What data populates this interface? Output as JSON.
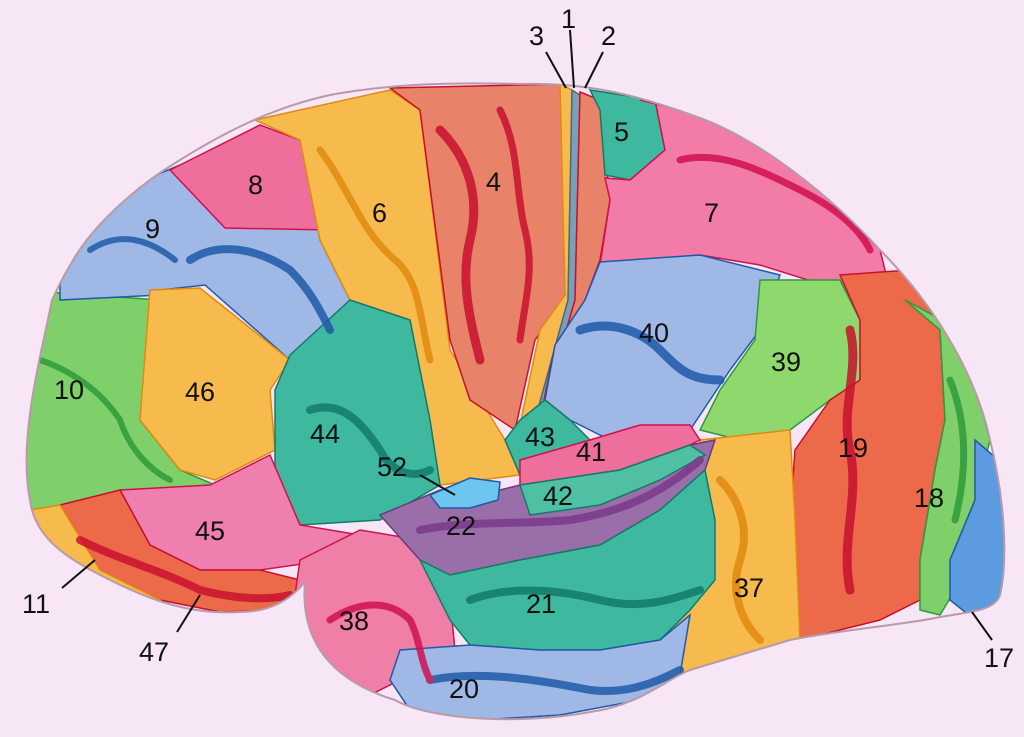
{
  "diagram": {
    "background": "#f6e6f6",
    "regions": [
      {
        "id": "r4",
        "label": "4",
        "color": "#e8836a",
        "dark": "#c8102e"
      },
      {
        "id": "r6",
        "label": "6",
        "color": "#f7bb4d",
        "dark": "#e08a10"
      },
      {
        "id": "r8",
        "label": "8",
        "color": "#ef6f9c",
        "dark": "#d0104e"
      },
      {
        "id": "r9",
        "label": "9",
        "color": "#9fb8e6",
        "dark": "#1f5aa8"
      },
      {
        "id": "r10",
        "label": "10",
        "color": "#7fd06a",
        "dark": "#2f9a3a"
      },
      {
        "id": "r46",
        "label": "46",
        "color": "#f7bb4d",
        "dark": "#e08a10"
      },
      {
        "id": "r44",
        "label": "44",
        "color": "#3fb8a0",
        "dark": "#137a6a"
      },
      {
        "id": "r45",
        "label": "45",
        "color": "#ef7fae",
        "dark": "#d0104e"
      },
      {
        "id": "r47",
        "label": "47",
        "color": "#ec6a4a",
        "dark": "#c8102e"
      },
      {
        "id": "r11",
        "label": "11",
        "color": "#f7bb4d",
        "dark": "#e08a10"
      },
      {
        "id": "r5",
        "label": "5",
        "color": "#3fb8a0",
        "dark": "#137a6a"
      },
      {
        "id": "r7",
        "label": "7",
        "color": "#f27ba8",
        "dark": "#d0104e"
      },
      {
        "id": "r40",
        "label": "40",
        "color": "#9fb8e6",
        "dark": "#1f5aa8"
      },
      {
        "id": "r39",
        "label": "39",
        "color": "#8ed86e",
        "dark": "#2f9a3a"
      },
      {
        "id": "r19",
        "label": "19",
        "color": "#ec6a4a",
        "dark": "#c8102e"
      },
      {
        "id": "r18",
        "label": "18",
        "color": "#7fd06a",
        "dark": "#2f9a3a"
      },
      {
        "id": "r17",
        "label": "17",
        "color": "#5d9be0",
        "dark": "#1f5aa8"
      },
      {
        "id": "r37",
        "label": "37",
        "color": "#f7bb4d",
        "dark": "#e08a10"
      },
      {
        "id": "r43",
        "label": "43",
        "color": "#3fb8a0",
        "dark": "#137a6a"
      },
      {
        "id": "r41",
        "label": "41",
        "color": "#ef6f9c",
        "dark": "#d0104e"
      },
      {
        "id": "r42",
        "label": "42",
        "color": "#4fc0a4",
        "dark": "#137a6a"
      },
      {
        "id": "r52",
        "label": "52",
        "color": "#6ec6f0",
        "dark": "#1f5aa8"
      },
      {
        "id": "r22",
        "label": "22",
        "color": "#9a6ea8",
        "dark": "#6a3a7a"
      },
      {
        "id": "r21",
        "label": "21",
        "color": "#3fb8a0",
        "dark": "#137a6a"
      },
      {
        "id": "r38",
        "label": "38",
        "color": "#f07fa8",
        "dark": "#d0104e"
      },
      {
        "id": "r20",
        "label": "20",
        "color": "#9fb8e6",
        "dark": "#1f5aa8"
      },
      {
        "id": "r3",
        "label": "3",
        "color": "#f7bb4d",
        "dark": "#e08a10"
      },
      {
        "id": "r1",
        "label": "1",
        "color": "#7aa0b8",
        "dark": "#4a6a80"
      },
      {
        "id": "r2",
        "label": "2",
        "color": "#e8836a",
        "dark": "#c8102e"
      }
    ]
  }
}
